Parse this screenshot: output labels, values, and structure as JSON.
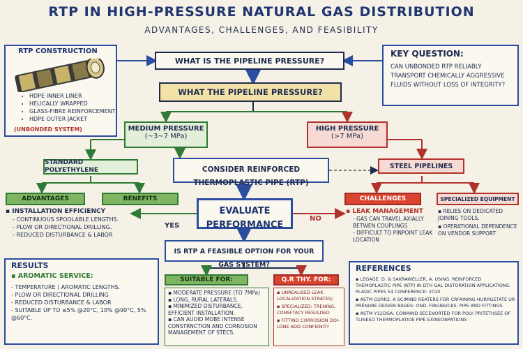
{
  "header": {
    "title": "RTP IN HIGH-PRESSURE NATURAL GAS DISTRIBUTION",
    "subtitle": "ADVANTAGES, CHALLENGES, AND FEASIBILITY"
  },
  "construction": {
    "title": "RTP CONSTRUCTION",
    "items": [
      "HDPE INNER LINER",
      "HELICALLY WRAPPED",
      "GLASS-FIBRE REINFORCEMENT",
      "HDPE OUTER JACKET"
    ],
    "note": "(UNBONDED SYSTEM)"
  },
  "key_question": {
    "title": "KEY QUESTION:",
    "text": "CAN UNBONDED RTP RELIABLY TRANSPORT CHEMICALLY AGGRESSIVE FLUIDS WITHOUT LOSS OF INTEGRITY?"
  },
  "flow": {
    "q1": "WHAT IS THE PIPELINE PRESSURE?",
    "q2": "WHAT THE PIPELINE PRESSURE?",
    "medium": {
      "label": "MEDIUM PRESSURE",
      "range": "(~3~7 MPa)"
    },
    "high": {
      "label": "HIGH PRESSURE",
      "range": "(>7 MPa)"
    },
    "standard_pe": "STANDARD POLYETHYLENE",
    "consider_rtp": "CONSIDER REINFORCED THERMOPLASTIC PIPE (RTP)",
    "steel": "STEEL PIPELINES",
    "evaluate": "EVALUATE PERFORMANCE",
    "yes": "YES",
    "no": "NO",
    "feasible": "IS RTP A FEASIBLE OPTION FOR YOUR GAS SYSTEM?"
  },
  "advantages": {
    "title": "ADVANTAGES"
  },
  "benefits": {
    "title": "BENEFITS",
    "lead": "INSTALLATION EFFICIENCY",
    "items": [
      "CONTINUOUS SPOOLABLE LENGTHS.",
      "PLOW OR DIRECTIONAL DRILLING.",
      "REDUCED DISTURBANCE & LABOR"
    ]
  },
  "challenges": {
    "title": "CHALLENGES",
    "lead": "LEAK MANAGEMENT",
    "items": [
      "GAS CAN TRAVEL AXIALLY BETWEN COUPLINGS",
      "DIFFICULT TO PINPOINT LEAK LOCATION"
    ]
  },
  "specialized": {
    "title": "SPECIALIZED EQUIPMENT",
    "items": [
      "RELIES ON DEDICATED JOINING TOOLS.",
      "OPERATIONAL DEPENDENCE ON VENDOR SUPPORT"
    ]
  },
  "results": {
    "title": "RESULTS",
    "sub": "AROMATIC SERVICE:",
    "items": [
      "TEMPERATURE ⟩ AROMATIC LENGTHS.",
      "PLOW OR DIRECTIONAL DRILLING",
      "REDUCED DISTURBANCE & LABOR",
      "SUITABLE UP TO ≤5% @20°C, 10% @90°C, 5% @60°C."
    ]
  },
  "suitable": {
    "title": "SUITABLE FOR:",
    "items": [
      "MODERATE PRESSURE (TO 7MPa)",
      "LONG, RURAL LATERALS.",
      "MINIMIZED DISTURBANCE, EFFICIENT INSTALLATION.",
      "CAN AUOID MOBE INTENSE CONSTRNCTION AND CORROSION MANAGEMENT OF STECS."
    ]
  },
  "qr": {
    "title": "Q.R THY. FOR:",
    "items": [
      "UNREALISED LEAK LOCALIZATION STRATES/",
      "SPECIALIZED: TRENING, CONSFTACY RESULDED",
      "FITTING CORROSION DOI-LONE ADD CONFIENITY"
    ]
  },
  "references": {
    "title": "REFERENCES",
    "items": [
      "LEGAGE. D. & SAKRAWELLER, A. USING. REINFORCED THEMOPLASTIC PIPE (RTP) IN DTH GAL DISTORATION APPLICATIONS. PLADIC PIPES 54 CONFERENCE: 2010.",
      "ASTM D2RR2, A SCIMIND REATERS FOR CRFAINING HURRGETATE UR PRENURE DESIGN BAGES: OND. FIRGIBUCKS. PIPE AND FITTINGS.",
      "ASTM Y12DGA: CONMIND SECENORTED FOR POLY. PRITETHSEE OF TLINEED THERMOPLATIOE PIPE EXINEONPATIONS"
    ]
  },
  "colors": {
    "navy": "#1d2b4f",
    "blue": "#2b4da0",
    "green": "#2f7a34",
    "red": "#b0322c",
    "yellow": "#f3e2a8"
  }
}
